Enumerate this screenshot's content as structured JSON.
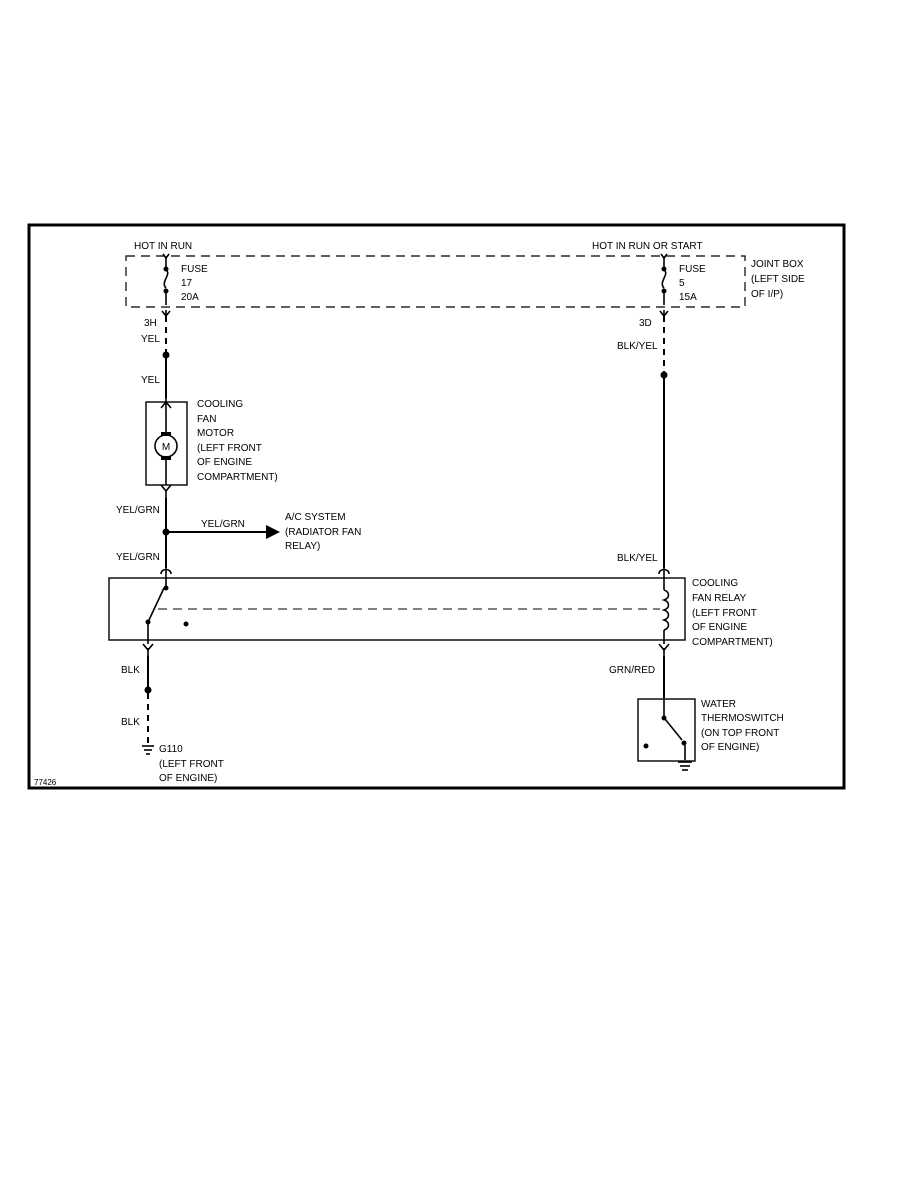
{
  "joint_box": {
    "left_supply": "HOT IN RUN",
    "right_supply": "HOT IN RUN OR START",
    "label": [
      "JOINT BOX",
      "(LEFT SIDE",
      "OF I/P)"
    ],
    "fuse_left": [
      "FUSE",
      "17",
      "20A"
    ],
    "fuse_right": [
      "FUSE",
      "5",
      "15A"
    ],
    "connector_left": "3H",
    "connector_right": "3D"
  },
  "wires": {
    "yel_1": "YEL",
    "yel_2": "YEL",
    "yel_grn_1": "YEL/GRN",
    "yel_grn_branch": "YEL/GRN",
    "yel_grn_2": "YEL/GRN",
    "blk_yel_1": "BLK/YEL",
    "blk_yel_2": "BLK/YEL",
    "blk_1": "BLK",
    "blk_2": "BLK",
    "grn_red": "GRN/RED"
  },
  "components": {
    "motor_symbol": "M",
    "motor_label": [
      "COOLING",
      "FAN",
      "MOTOR",
      "(LEFT FRONT",
      "OF ENGINE",
      "COMPARTMENT)"
    ],
    "ac_label": [
      "A/C SYSTEM",
      "(RADIATOR FAN",
      "RELAY)"
    ],
    "relay_label": [
      "COOLING",
      "FAN RELAY",
      "(LEFT FRONT",
      "OF ENGINE",
      "COMPARTMENT)"
    ],
    "thermo_label": [
      "WATER",
      "THERMOSWITCH",
      "(ON TOP FRONT",
      "OF ENGINE)"
    ],
    "ground_label": [
      "G110",
      "(LEFT FRONT",
      "OF ENGINE)"
    ]
  },
  "figure_id": "77426"
}
